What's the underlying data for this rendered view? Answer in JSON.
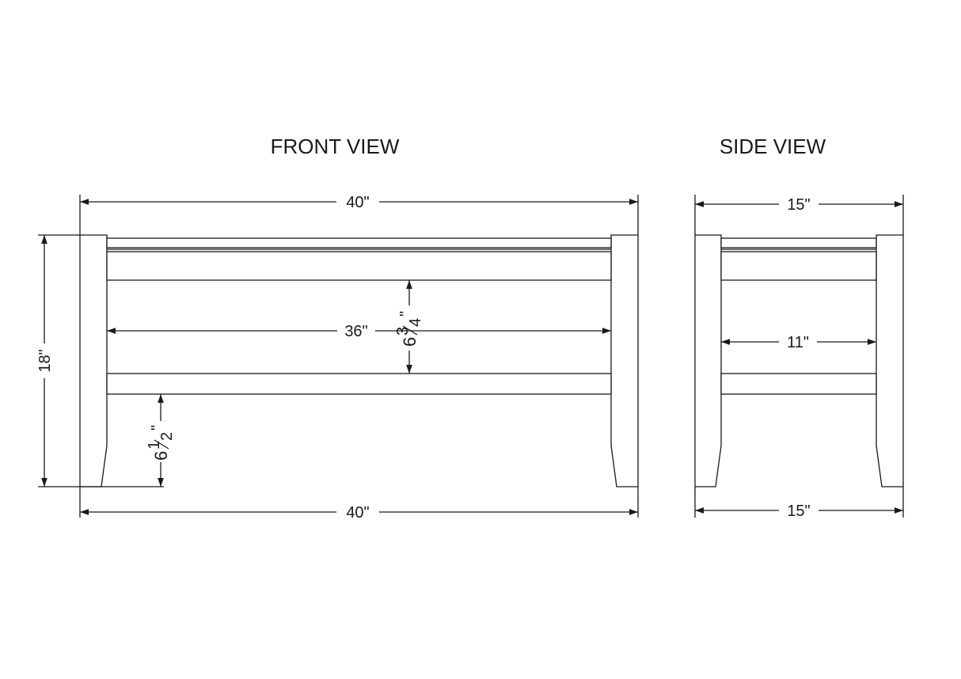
{
  "front_view": {
    "title": "FRONT VIEW",
    "overall_width_top": "40\"",
    "overall_width_bottom": "40\"",
    "overall_height": "18\"",
    "inner_span": "36\"",
    "rail_spacing_whole": "6",
    "rail_spacing_num": "3",
    "rail_spacing_den": "4",
    "rail_spacing_unit": "\"",
    "floor_clearance_whole": "6",
    "floor_clearance_num": "1",
    "floor_clearance_den": "2",
    "floor_clearance_unit": "\""
  },
  "side_view": {
    "title": "SIDE VIEW",
    "overall_depth_top": "15\"",
    "overall_depth_bottom": "15\"",
    "inner_span": "11\""
  },
  "colors": {
    "line": "#1a1a1a",
    "background": "#ffffff"
  }
}
